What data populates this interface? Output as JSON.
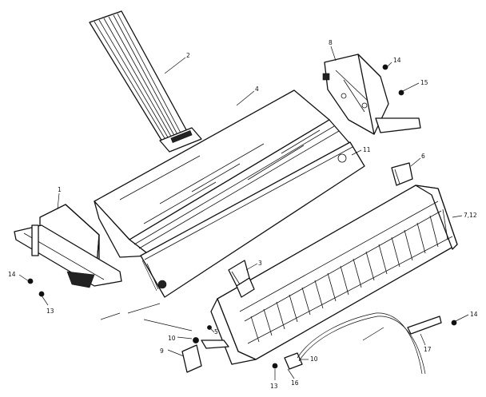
{
  "callouts": {
    "c2": "2",
    "c4": "4",
    "c8": "8",
    "c14a": "14",
    "c15": "15",
    "c11": "11",
    "c6": "6",
    "c712": "7,12",
    "c1": "1",
    "c3": "3",
    "c14b": "14",
    "c13a": "13",
    "c10a": "10",
    "c9": "9",
    "c5": "5",
    "c10b": "10",
    "c13b": "13",
    "c16": "16",
    "c17": "17",
    "c14c": "14"
  }
}
